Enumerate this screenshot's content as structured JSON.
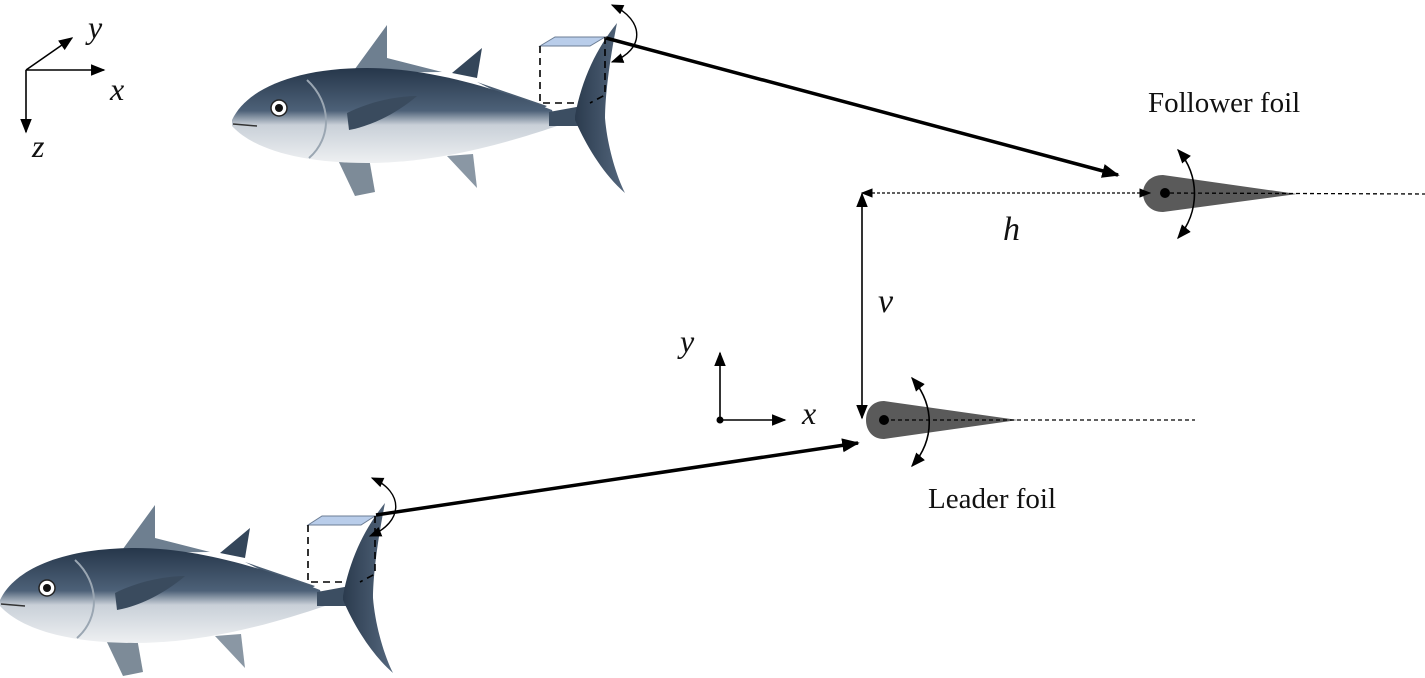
{
  "labels": {
    "follower_foil": "Follower foil",
    "leader_foil": "Leader foil",
    "horizontal_spacing": "h",
    "vertical_spacing": "v"
  },
  "axes": {
    "global": {
      "x": "x",
      "y": "y",
      "z": "z"
    },
    "local": {
      "x": "x",
      "y": "y"
    }
  },
  "icons": {
    "fish": "tuna-fish-icon",
    "foil": "foil-cross-section-icon",
    "pitch": "pitch-rotation-arrow-icon"
  },
  "colors": {
    "foil_fill": "#5a5a5a",
    "fin_box": "#b9cdea",
    "fish_back": "#2e3f52",
    "fish_belly": "#dfe3e8",
    "line": "#000000"
  }
}
